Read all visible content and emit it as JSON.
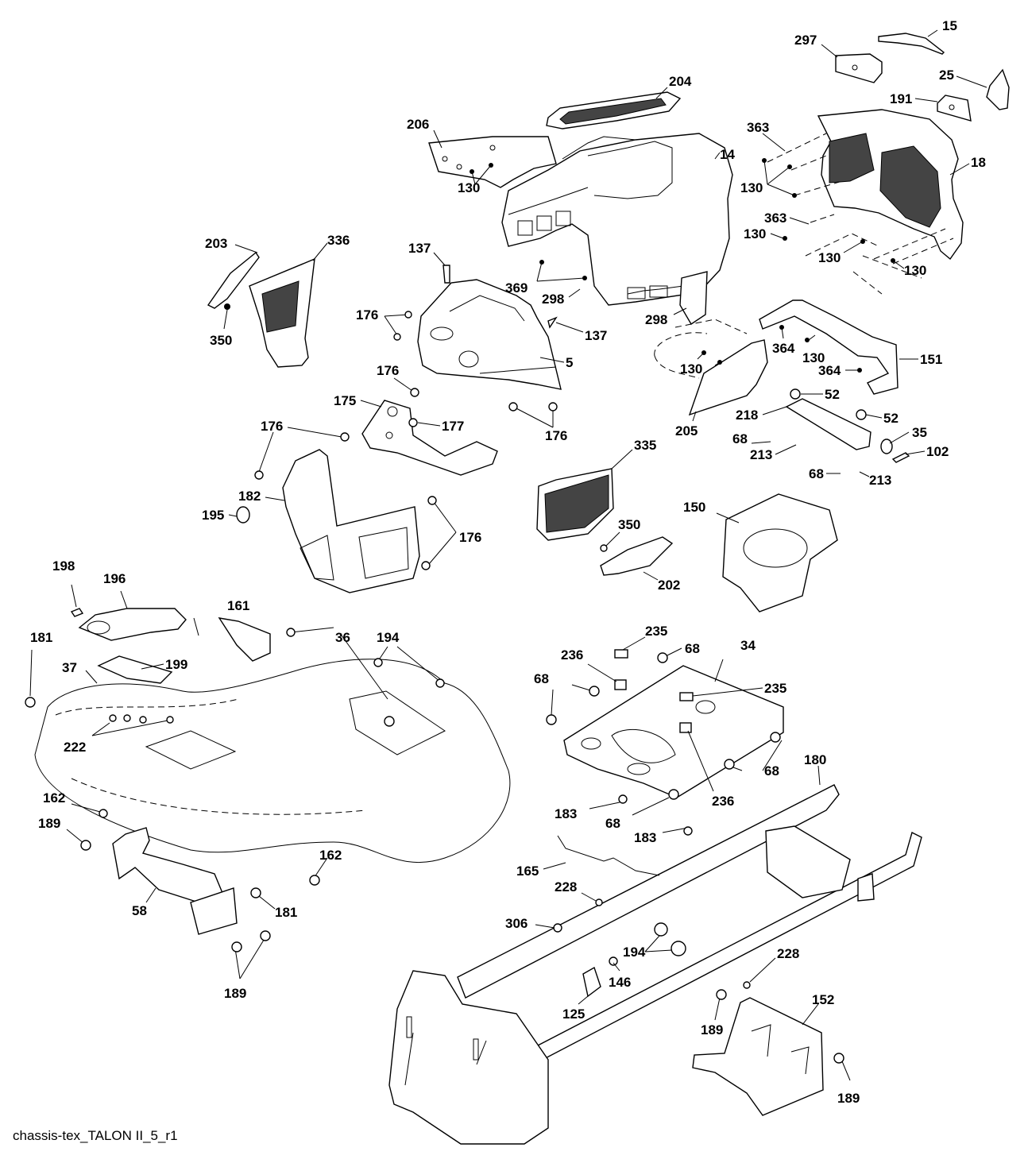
{
  "diagram": {
    "caption": "chassis-tex_TALON II_5_r1",
    "callouts": [
      {
        "id": "c1",
        "label": "15"
      },
      {
        "id": "c2",
        "label": "297"
      },
      {
        "id": "c3",
        "label": "25"
      },
      {
        "id": "c4",
        "label": "191"
      },
      {
        "id": "c5",
        "label": "204"
      },
      {
        "id": "c6",
        "label": "206"
      },
      {
        "id": "c7",
        "label": "14"
      },
      {
        "id": "c8",
        "label": "363"
      },
      {
        "id": "c9",
        "label": "130"
      },
      {
        "id": "c10",
        "label": "18"
      },
      {
        "id": "c11",
        "label": "130"
      },
      {
        "id": "c12",
        "label": "363"
      },
      {
        "id": "c13",
        "label": "130"
      },
      {
        "id": "c14",
        "label": "130"
      },
      {
        "id": "c15",
        "label": "130"
      },
      {
        "id": "c16",
        "label": "203"
      },
      {
        "id": "c17",
        "label": "336"
      },
      {
        "id": "c18",
        "label": "137"
      },
      {
        "id": "c19",
        "label": "369"
      },
      {
        "id": "c20",
        "label": "298"
      },
      {
        "id": "c21",
        "label": "298"
      },
      {
        "id": "c22",
        "label": "350"
      },
      {
        "id": "c23",
        "label": "176"
      },
      {
        "id": "c24",
        "label": "137"
      },
      {
        "id": "c25",
        "label": "364"
      },
      {
        "id": "c26",
        "label": "130"
      },
      {
        "id": "c27",
        "label": "151"
      },
      {
        "id": "c28",
        "label": "130"
      },
      {
        "id": "c29",
        "label": "364"
      },
      {
        "id": "c30",
        "label": "5"
      },
      {
        "id": "c31",
        "label": "176"
      },
      {
        "id": "c32",
        "label": "52"
      },
      {
        "id": "c33",
        "label": "175"
      },
      {
        "id": "c34",
        "label": "218"
      },
      {
        "id": "c35",
        "label": "52"
      },
      {
        "id": "c36",
        "label": "177"
      },
      {
        "id": "c37",
        "label": "176"
      },
      {
        "id": "c38",
        "label": "205"
      },
      {
        "id": "c39",
        "label": "35"
      },
      {
        "id": "c40",
        "label": "176"
      },
      {
        "id": "c41",
        "label": "68"
      },
      {
        "id": "c42",
        "label": "213"
      },
      {
        "id": "c43",
        "label": "102"
      },
      {
        "id": "c44",
        "label": "335"
      },
      {
        "id": "c45",
        "label": "68"
      },
      {
        "id": "c46",
        "label": "213"
      },
      {
        "id": "c47",
        "label": "182"
      },
      {
        "id": "c48",
        "label": "195"
      },
      {
        "id": "c49",
        "label": "150"
      },
      {
        "id": "c50",
        "label": "350"
      },
      {
        "id": "c51",
        "label": "176"
      },
      {
        "id": "c52",
        "label": "202"
      },
      {
        "id": "c53",
        "label": "198"
      },
      {
        "id": "c54",
        "label": "196"
      },
      {
        "id": "c55",
        "label": "161"
      },
      {
        "id": "c56",
        "label": "181"
      },
      {
        "id": "c57",
        "label": "36"
      },
      {
        "id": "c58",
        "label": "194"
      },
      {
        "id": "c59",
        "label": "235"
      },
      {
        "id": "c60",
        "label": "37"
      },
      {
        "id": "c61",
        "label": "199"
      },
      {
        "id": "c62",
        "label": "68"
      },
      {
        "id": "c63",
        "label": "34"
      },
      {
        "id": "c64",
        "label": "236"
      },
      {
        "id": "c65",
        "label": "68"
      },
      {
        "id": "c66",
        "label": "235"
      },
      {
        "id": "c67",
        "label": "222"
      },
      {
        "id": "c68",
        "label": "68"
      },
      {
        "id": "c69",
        "label": "236"
      },
      {
        "id": "c70",
        "label": "180"
      },
      {
        "id": "c71",
        "label": "162"
      },
      {
        "id": "c72",
        "label": "183"
      },
      {
        "id": "c73",
        "label": "68"
      },
      {
        "id": "c74",
        "label": "189"
      },
      {
        "id": "c75",
        "label": "183"
      },
      {
        "id": "c76",
        "label": "162"
      },
      {
        "id": "c77",
        "label": "165"
      },
      {
        "id": "c78",
        "label": "58"
      },
      {
        "id": "c79",
        "label": "181"
      },
      {
        "id": "c80",
        "label": "228"
      },
      {
        "id": "c81",
        "label": "306"
      },
      {
        "id": "c82",
        "label": "194"
      },
      {
        "id": "c83",
        "label": "189"
      },
      {
        "id": "c84",
        "label": "146"
      },
      {
        "id": "c85",
        "label": "228"
      },
      {
        "id": "c86",
        "label": "125"
      },
      {
        "id": "c87",
        "label": "152"
      },
      {
        "id": "c88",
        "label": "189"
      },
      {
        "id": "c89",
        "label": "189"
      }
    ]
  }
}
